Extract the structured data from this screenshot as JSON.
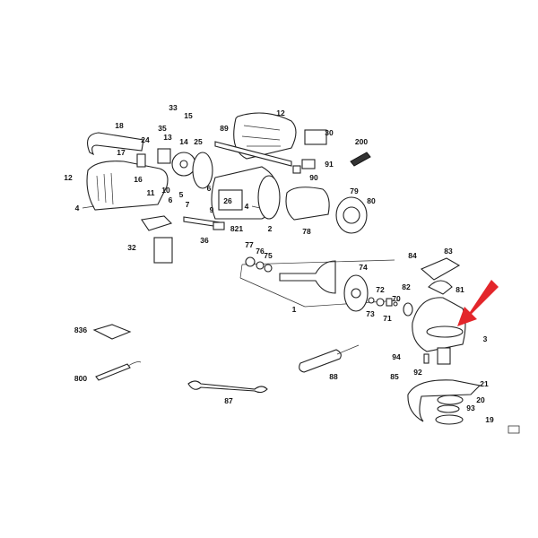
{
  "diagram": {
    "title": "Angle grinder exploded parts diagram",
    "part_labels": [
      "33",
      "15",
      "35",
      "18",
      "24",
      "13",
      "14",
      "25",
      "12",
      "89",
      "30",
      "200",
      "91",
      "90",
      "17",
      "16",
      "12",
      "11",
      "10",
      "6",
      "5",
      "6",
      "7",
      "26",
      "9",
      "4",
      "4",
      "821",
      "2",
      "78",
      "79",
      "80",
      "32",
      "36",
      "77",
      "76",
      "75",
      "74",
      "84",
      "83",
      "72",
      "82",
      "70",
      "81",
      "73",
      "71",
      "1",
      "836",
      "3",
      "94",
      "92",
      "85",
      "21",
      "800",
      "88",
      "87",
      "20",
      "93",
      "19"
    ],
    "highlight_arrow_color": "#e3262b",
    "callout_target_part": "3"
  }
}
